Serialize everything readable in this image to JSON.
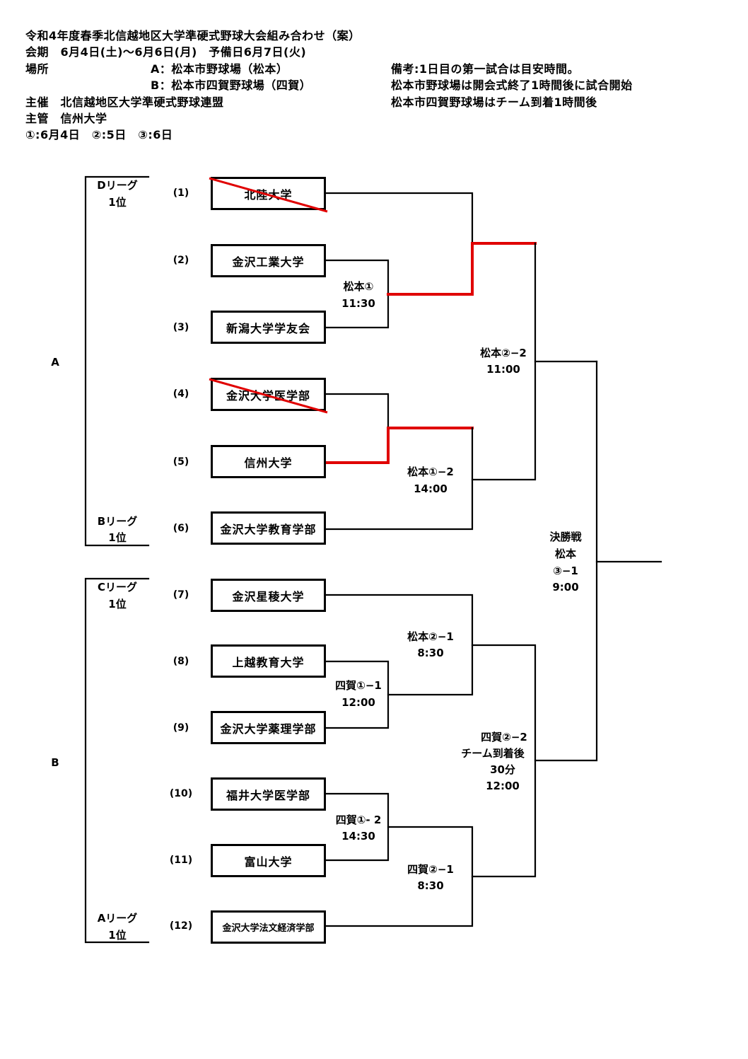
{
  "header": {
    "title": "令和4年度春季北信越地区大学準硬式野球大会組み合わせ（案）",
    "period": "会期　6月4日(土)～6月6日(月)　予備日6月7日(火)",
    "venue_label": "場所",
    "venue_a": "A：松本市野球場（松本）",
    "venue_b": "B：松本市四賀野球場（四賀）",
    "host": "主催　北信越地区大学準硬式野球連盟",
    "organizer": "主管　信州大学",
    "day_legend": "①:6月4日　②:5日　③:6日"
  },
  "notes": [
    "備考:1日目の第一試合は目安時間。",
    "松本市野球場は開会式終了1時間後に試合開始",
    "松本市四賀野球場はチーム到着1時間後"
  ],
  "blocks": [
    {
      "label": "A",
      "top_league": [
        "Dリーグ",
        "1位"
      ],
      "bottom_league": [
        "Bリーグ",
        "1位"
      ]
    },
    {
      "label": "B",
      "top_league": [
        "Cリーグ",
        "1位"
      ],
      "bottom_league": [
        "Aリーグ",
        "1位"
      ]
    }
  ],
  "teams": [
    {
      "seed": "(1)",
      "name": "北陸大学",
      "withdrawn": true
    },
    {
      "seed": "(2)",
      "name": "金沢工業大学",
      "withdrawn": false
    },
    {
      "seed": "(3)",
      "name": "新潟大学学友会",
      "withdrawn": false
    },
    {
      "seed": "(4)",
      "name": "金沢大学医学部",
      "withdrawn": true
    },
    {
      "seed": "(5)",
      "name": "信州大学",
      "withdrawn": false
    },
    {
      "seed": "(6)",
      "name": "金沢大学教育学部",
      "withdrawn": false
    },
    {
      "seed": "(7)",
      "name": "金沢星稜大学",
      "withdrawn": false
    },
    {
      "seed": "(8)",
      "name": "上越教育大学",
      "withdrawn": false
    },
    {
      "seed": "(9)",
      "name": "金沢大学薬理学部",
      "withdrawn": false
    },
    {
      "seed": "(10)",
      "name": "福井大学医学部",
      "withdrawn": false
    },
    {
      "seed": "(11)",
      "name": "富山大学",
      "withdrawn": false
    },
    {
      "seed": "(12)",
      "name": "金沢大学法文経済学部",
      "withdrawn": false
    }
  ],
  "matches": {
    "matsumoto_1": {
      "venue": "松本①",
      "time": "11:30"
    },
    "matsumoto_1_2": {
      "venue": "松本①−2",
      "time": "14:00"
    },
    "matsumoto_2_2": {
      "venue": "松本②−2",
      "time": "11:00"
    },
    "matsumoto_2_1": {
      "venue": "松本②−1",
      "time": "8:30"
    },
    "shiga_1_1": {
      "venue": "四賀①−1",
      "time": "12:00"
    },
    "shiga_1_2": {
      "venue": "四賀①- 2",
      "time": "14:30"
    },
    "shiga_2_1": {
      "venue": "四賀②−1",
      "time": "8:30"
    },
    "shiga_2_2": {
      "venue": "四賀②−2",
      "note1": "チーム到着後",
      "note2": "30分",
      "time": "12:00"
    }
  },
  "final": {
    "title": "決勝戦",
    "venue": "松本",
    "game": "③−1",
    "time": "9:00"
  },
  "colors": {
    "line": "#000000",
    "winner_path": "#e00000",
    "withdrawn_strike": "#e00000"
  }
}
